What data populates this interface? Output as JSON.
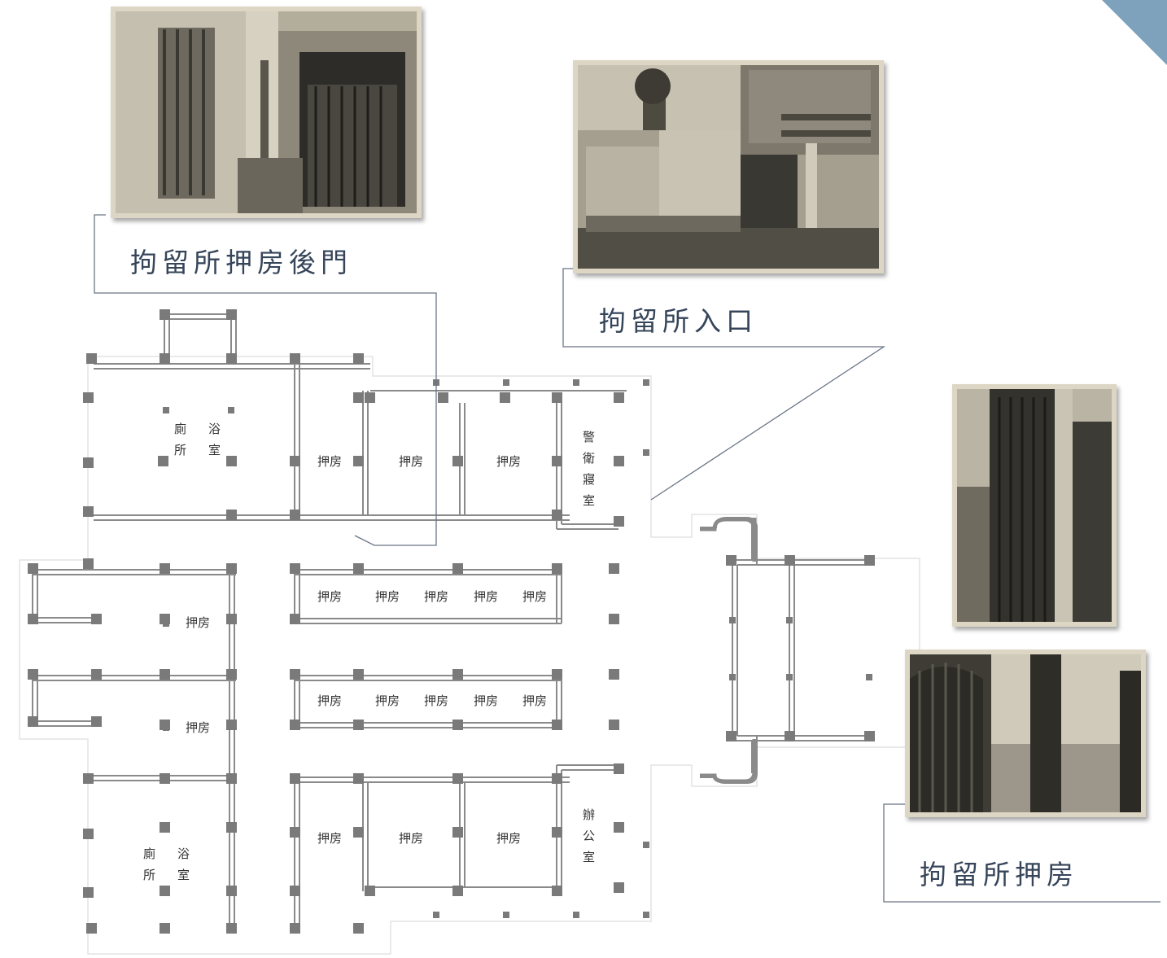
{
  "captions": {
    "rear_door": "拘留所押房後門",
    "entrance": "拘留所入口",
    "cell": "拘留所押房"
  },
  "rooms": {
    "cell": "押房",
    "toilet_1": "廁",
    "toilet_2": "所",
    "bath_1": "浴",
    "bath_2": "室",
    "guard_1": "警",
    "guard_2": "衛",
    "guard_3": "寢",
    "guard_4": "室",
    "office_1": "辦",
    "office_2": "公",
    "office_3": "室"
  },
  "colors": {
    "wall": "#8a8a8a",
    "pillar": "#7a7a7a",
    "leader": "#6a7585",
    "caption": "#36455a",
    "accent": "#7ea2bc"
  }
}
